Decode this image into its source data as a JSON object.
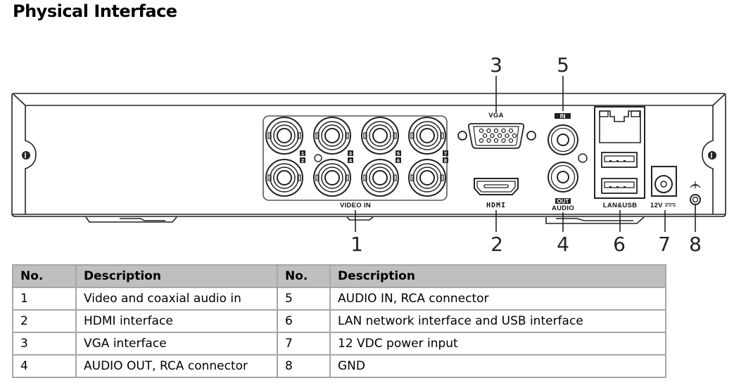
{
  "page": {
    "title": "Physical Interface"
  },
  "diagram": {
    "callouts": [
      "1",
      "2",
      "3",
      "4",
      "5",
      "6",
      "7",
      "8"
    ],
    "port_labels": {
      "video_in": "VIDEO IN",
      "vga": "VGA",
      "hdmi": "HDMI",
      "audio": "AUDIO",
      "audio_in_badge": "IN",
      "audio_out_badge": "OUT",
      "lan_usb": "LAN&USB",
      "power": "12V"
    },
    "bnc_channel_numbers": [
      "1",
      "2",
      "3",
      "4",
      "5",
      "6",
      "7",
      "8"
    ],
    "icons": [
      "screw-icon",
      "bnc-connector-icon",
      "vga-port-icon",
      "hdmi-port-icon",
      "rca-connector-icon",
      "rj45-port-icon",
      "usb-port-icon",
      "dc-power-jack-icon",
      "ground-icon"
    ]
  },
  "table": {
    "headers": [
      "No.",
      "Description",
      "No.",
      "Description"
    ],
    "rows": [
      {
        "no_left": "1",
        "desc_left": "Video and coaxial audio in",
        "no_right": "5",
        "desc_right": "AUDIO IN, RCA connector"
      },
      {
        "no_left": "2",
        "desc_left": "HDMI interface",
        "no_right": "6",
        "desc_right": "LAN network interface and USB interface"
      },
      {
        "no_left": "3",
        "desc_left": "VGA interface",
        "no_right": "7",
        "desc_right": "12 VDC power input"
      },
      {
        "no_left": "4",
        "desc_left": "AUDIO OUT, RCA connector",
        "no_right": "8",
        "desc_right": "GND"
      }
    ]
  }
}
